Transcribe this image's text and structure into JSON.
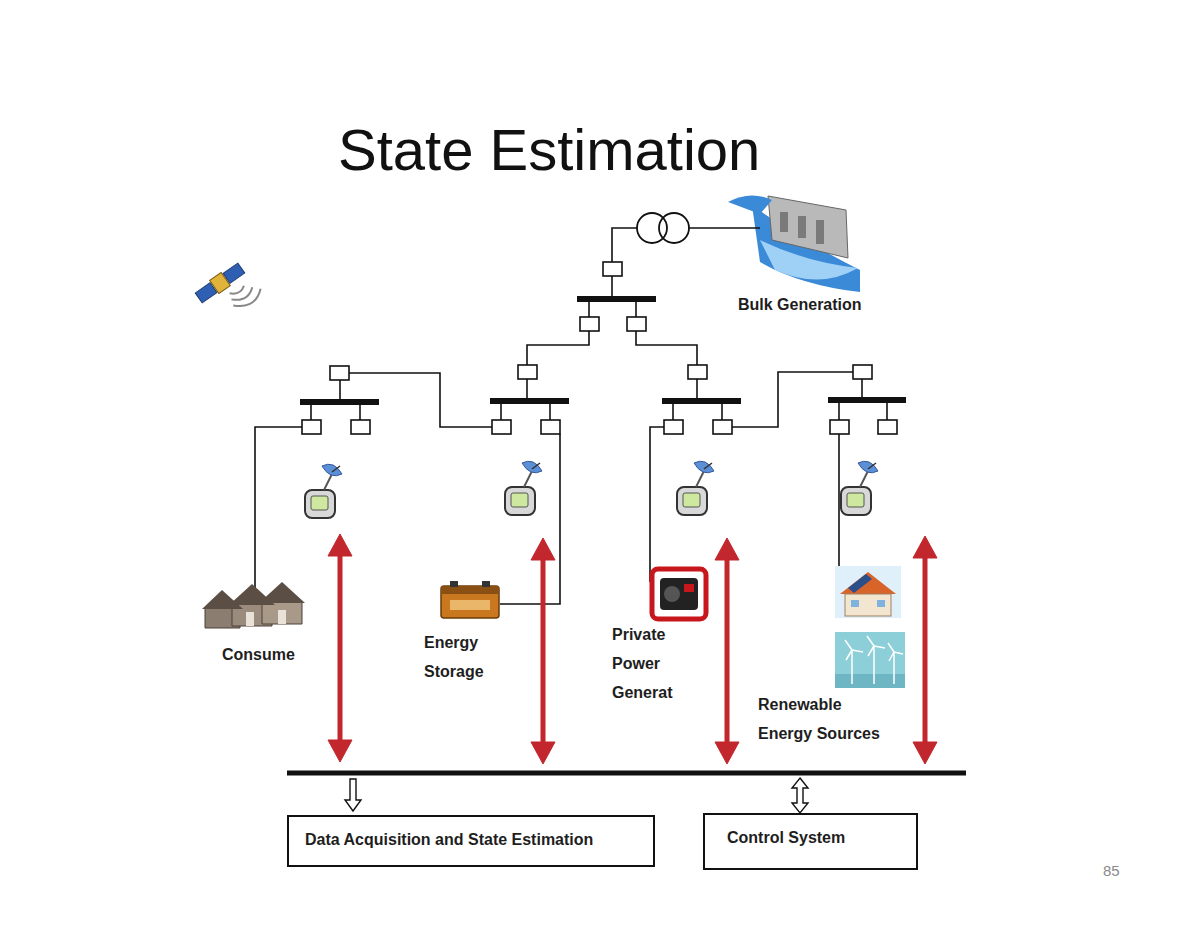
{
  "diagram": {
    "title": "State Estimation",
    "nodes": [
      {
        "text": [
          "Bulk Generation"
        ]
      },
      {
        "text": [
          "Consume"
        ]
      },
      {
        "text": [
          "Energy Storage"
        ]
      },
      {
        "text": [
          "Private Power Generat"
        ]
      },
      {
        "text": [
          "Renewable Energy Sources"
        ]
      },
      {
        "text": [
          "Data Acquisition and State Estimation"
        ]
      },
      {
        "text": [
          "Control System"
        ]
      }
    ],
    "labels": [
      "85"
    ]
  }
}
